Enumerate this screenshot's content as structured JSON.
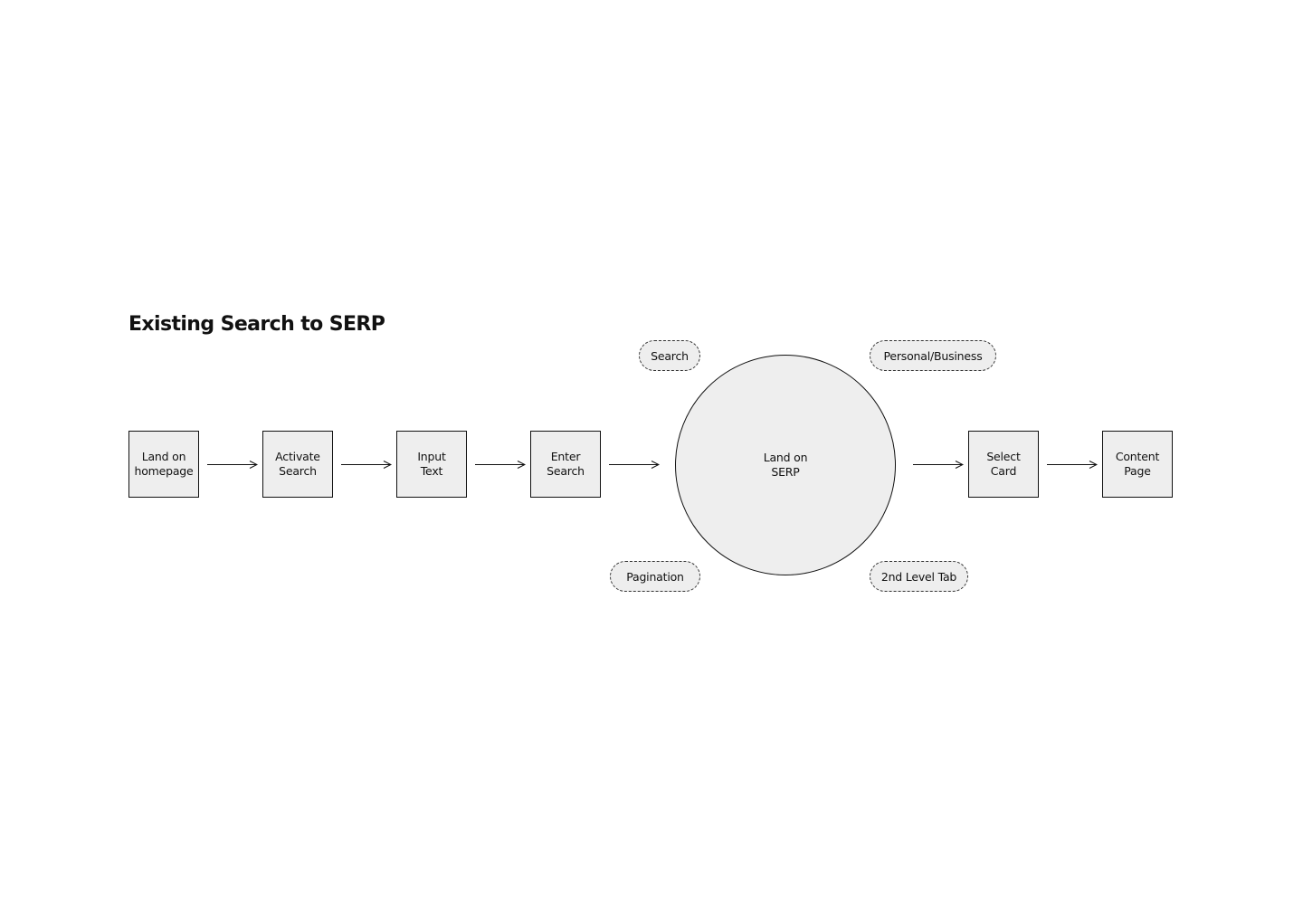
{
  "diagram": {
    "title": "Existing Search to SERP",
    "steps": [
      {
        "line1": "Land on",
        "line2": "homepage"
      },
      {
        "line1": "Activate",
        "line2": "Search"
      },
      {
        "line1": "Input",
        "line2": "Text"
      },
      {
        "line1": "Enter",
        "line2": "Search"
      },
      {
        "line1": "Select",
        "line2": "Card"
      },
      {
        "line1": "Content",
        "line2": "Page"
      }
    ],
    "hub": {
      "line1": "Land on",
      "line2": "SERP"
    },
    "actions": {
      "search": "Search",
      "personal_business": "Personal/Business",
      "pagination": "Pagination",
      "second_level_tab": "2nd Level Tab"
    }
  }
}
